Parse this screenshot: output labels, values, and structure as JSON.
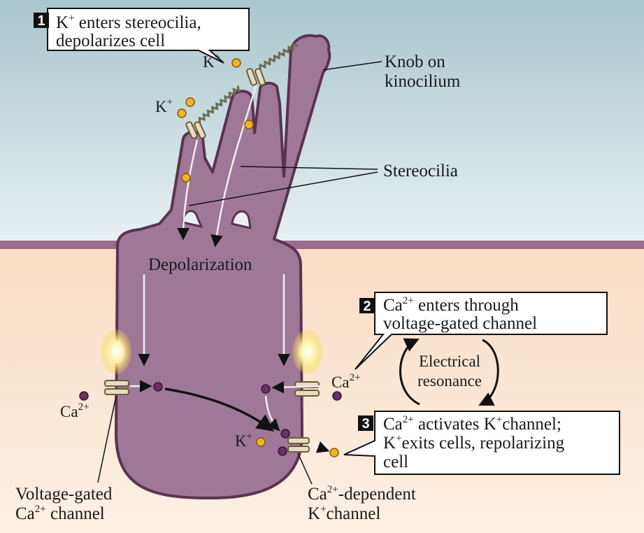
{
  "colors": {
    "sky_top": "#a8c6cc",
    "sky_bottom": "#e9f1f3",
    "tissue_top": "#f9dcc4",
    "tissue_bottom": "#fdf0e3",
    "membrane": "#9b6a8c",
    "cell_fill": "#a07897",
    "cell_outline": "#5b3350",
    "k_ion": "#f0b429",
    "ca_ion": "#6a2f63",
    "channel": "#e8dcc0"
  },
  "steps": [
    {
      "number": "1",
      "line1_pre": "K",
      "line1_sup": "+",
      "line1_post": " enters stereocilia,",
      "line2": "depolarizes cell"
    },
    {
      "number": "2",
      "line1_pre": "Ca",
      "line1_sup": "2+",
      "line1_post": " enters through",
      "line2": "voltage-gated channel"
    },
    {
      "number": "3",
      "line1_pre": "Ca",
      "line1_sup": "2+",
      "line1_mid": " activates K",
      "line1_sup2": "+",
      "line1_post": "channel;",
      "line2_pre": "K",
      "line2_sup": "+",
      "line2_post": "exits cells, repolarizing",
      "line3": "cell"
    }
  ],
  "labels": {
    "knob_line1": "Knob on",
    "knob_line2": "kinocilium",
    "stereocilia": "Stereocilia",
    "depolarization": "Depolarization",
    "resonance_line1": "Electrical",
    "resonance_line2": "resonance",
    "vg_line1": "Voltage-gated",
    "vg_line2_pre": "Ca",
    "vg_line2_sup": "2+",
    "vg_line2_post": " channel",
    "cad_line1_pre": "Ca",
    "cad_line1_sup": "2+",
    "cad_line1_post": "-dependent",
    "cad_line2_pre": "K",
    "cad_line2_sup": "+",
    "cad_line2_post": "channel"
  },
  "ions": {
    "k": "K",
    "k_charge": "+",
    "ca": "Ca",
    "ca_charge": "2+"
  }
}
